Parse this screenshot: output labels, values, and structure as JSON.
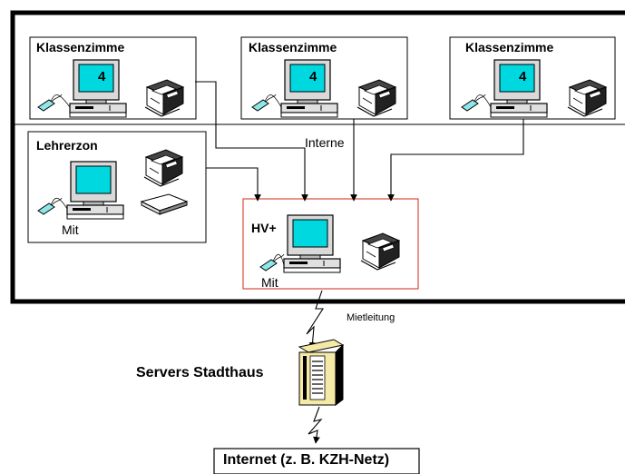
{
  "rooms": {
    "classroom_1": {
      "title": "Klassenzimme",
      "screen_label": "4"
    },
    "classroom_2": {
      "title": "Klassenzimme",
      "screen_label": "4"
    },
    "classroom_3": {
      "title": "Klassenzimme",
      "screen_label": "4"
    },
    "teacher_zone": {
      "title": "Lehrerzon",
      "note": "Mit"
    },
    "hv": {
      "title": "HV+",
      "note": "Mit"
    }
  },
  "labels": {
    "internet_mid": "Interne",
    "leased_line": "Mietleitung",
    "servers": "Servers Stadthaus",
    "internet_box": "Internet (z. B. KZH-Netz)"
  },
  "colors": {
    "hv_border": "#d94a3a",
    "screen": "#00d8e0",
    "line": "#000000"
  },
  "icons": [
    "computer-icon",
    "printer-icon",
    "mouse-icon",
    "server-tower-icon",
    "lightning-link-icon",
    "flat-device-icon"
  ]
}
